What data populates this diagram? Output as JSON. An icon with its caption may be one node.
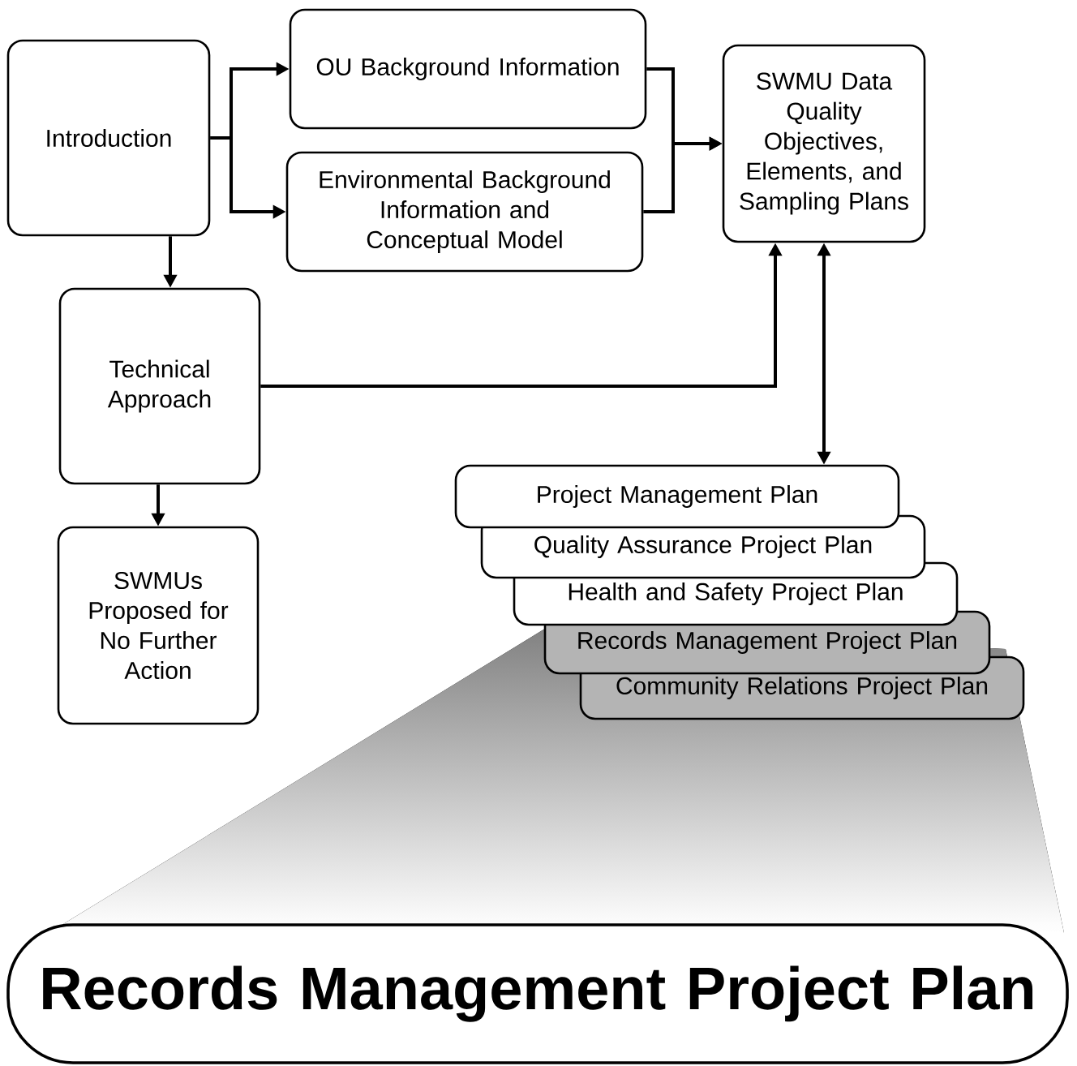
{
  "diagram": {
    "nodes": [
      {
        "text": [
          "Introduction"
        ]
      },
      {
        "text": [
          "OU Background Information"
        ]
      },
      {
        "text": [
          "Environmental Background Information and Conceptual Model"
        ]
      },
      {
        "text": [
          "SWMU Data Quality Objectives, Elements, and Sampling Plans"
        ]
      },
      {
        "text": [
          "Technical Approach"
        ]
      },
      {
        "text": [
          "SWMUs Proposed for No Further Action"
        ]
      },
      {
        "text": [
          "Project Management Plan"
        ]
      },
      {
        "text": [
          "Quality Assurance Project Plan"
        ]
      },
      {
        "text": [
          "Health and Safety Project Plan"
        ]
      },
      {
        "text": [
          "Records Management Project Plan"
        ]
      },
      {
        "text": [
          "Community Relations Project Plan"
        ]
      },
      {
        "text": [
          "Records Management Project Plan"
        ]
      }
    ],
    "edges": [
      {
        "from": 0,
        "to": 1,
        "arrow": "to"
      },
      {
        "from": 0,
        "to": 2,
        "arrow": "to"
      },
      {
        "from": 1,
        "to": 3,
        "arrow": "to"
      },
      {
        "from": 2,
        "to": 3,
        "arrow": "to"
      },
      {
        "from": 0,
        "to": 4,
        "arrow": "to"
      },
      {
        "from": 4,
        "to": 3,
        "arrow": "to"
      },
      {
        "from": 3,
        "to": 6,
        "arrow": "both"
      },
      {
        "from": 4,
        "to": 5,
        "arrow": "to"
      }
    ]
  }
}
